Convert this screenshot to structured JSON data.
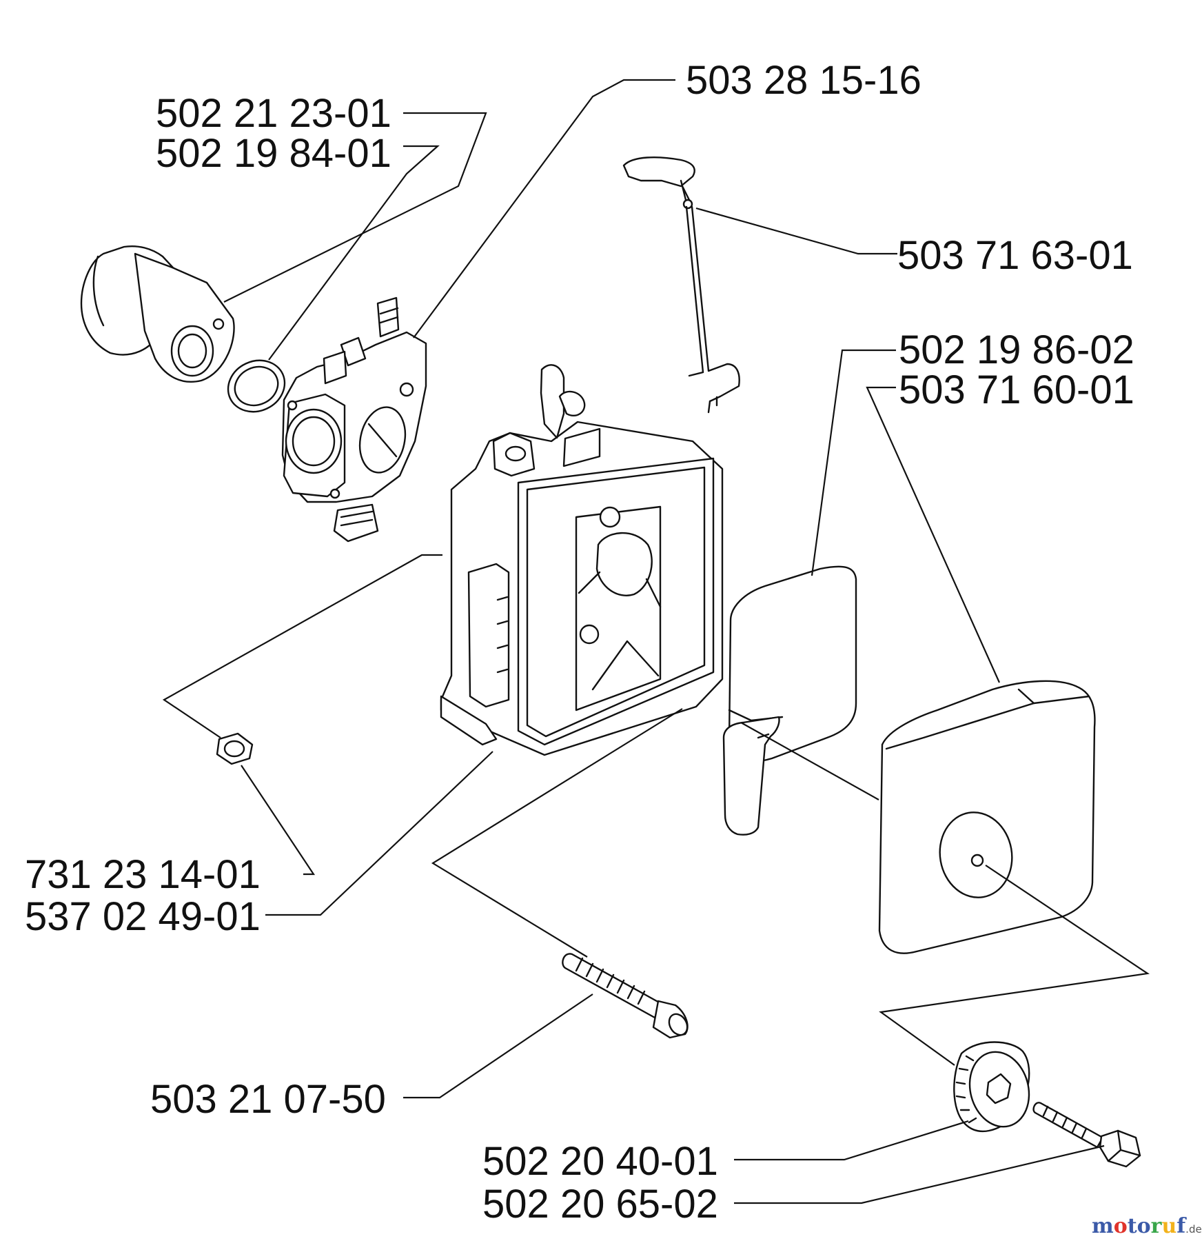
{
  "diagram": {
    "labels": {
      "intake_manifold": "502 21 23-01",
      "o_ring": "502 19 84-01",
      "carburetor": "503 28 15-16",
      "choke_rod": "503 71 63-01",
      "filter_insert": "502 19 86-02",
      "filter_cover": "503 71 60-01",
      "nut": "731 23 14-01",
      "air_filter_housing": "537 02 49-01",
      "housing_screw": "503 21 07-50",
      "cover_knob": "502 20 40-01",
      "knob_screw": "502 20 65-02"
    }
  },
  "watermark": {
    "brand": "motoruf",
    "suffix": ".de",
    "colors": {
      "m": "#3b5aa8",
      "o1": "#e0342b",
      "to": "#3b5aa8",
      "r": "#39a64a",
      "u": "#f2b21b",
      "f": "#3b5aa8",
      "suffix": "#555555"
    }
  }
}
